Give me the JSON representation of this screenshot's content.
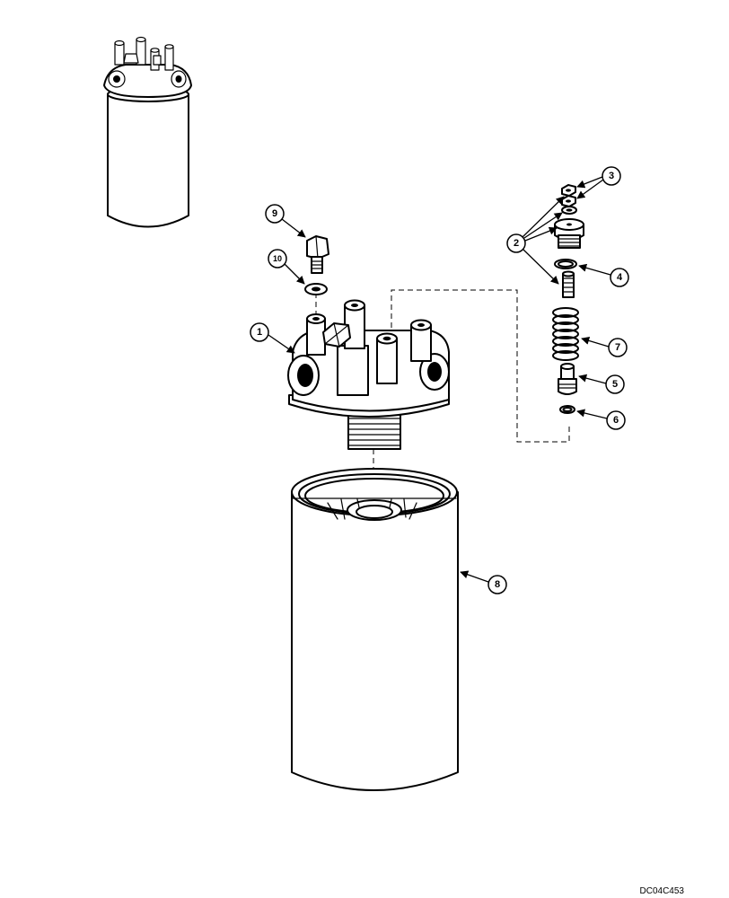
{
  "callouts": {
    "c1": "1",
    "c2": "2",
    "c3": "3",
    "c4": "4",
    "c5": "5",
    "c6": "6",
    "c7": "7",
    "c8": "8",
    "c9": "9",
    "c10": "10"
  },
  "drawing_reference": "DC04C453"
}
